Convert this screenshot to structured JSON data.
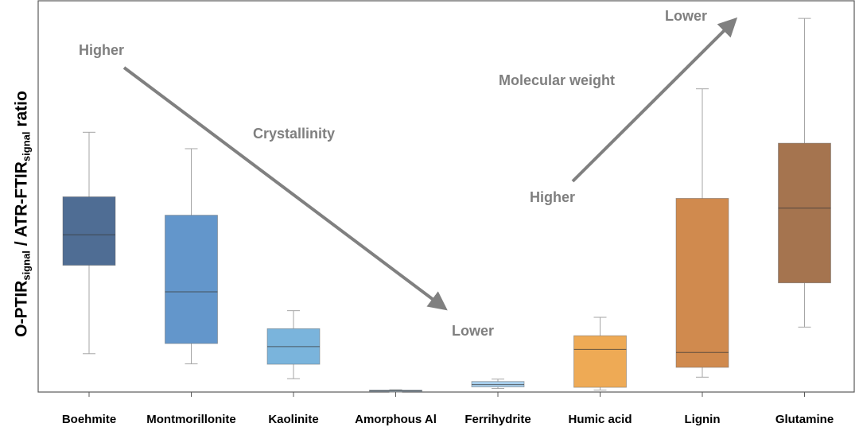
{
  "chart_data": {
    "type": "box",
    "title": "",
    "xlabel": "",
    "ylabel": {
      "prefix": "O-PTIR",
      "sub1": "signal",
      "middle": " / ATR-FTIR",
      "sub2": "signal",
      "suffix": " ratio"
    },
    "ylim": [
      0,
      100
    ],
    "y_ticks_shown": false,
    "grid": false,
    "categories": [
      "Boehmite",
      "Montmorillonite",
      "Kaolinite",
      "Amorphous Al",
      "Ferrihydrite",
      "Humic acid",
      "Lignin",
      "Glutamine"
    ],
    "boxes": [
      {
        "label": "Boehmite",
        "min": 9.8,
        "q1": 32.4,
        "median": 40.2,
        "q3": 49.9,
        "max": 66.4,
        "color": "#4f6d94"
      },
      {
        "label": "Montmorillonite",
        "min": 7.2,
        "q1": 12.4,
        "median": 25.6,
        "q3": 45.2,
        "max": 62.2,
        "color": "#6396cb"
      },
      {
        "label": "Kaolinite",
        "min": 3.4,
        "q1": 7.1,
        "median": 11.6,
        "q3": 16.2,
        "max": 20.8,
        "color": "#7ab4dc"
      },
      {
        "label": "Amorphous Al",
        "min": 0.0,
        "q1": 0.1,
        "median": 0.3,
        "q3": 0.5,
        "max": 0.6,
        "color": "#a9cfec"
      },
      {
        "label": "Ferrihydrite",
        "min": 0.9,
        "q1": 1.3,
        "median": 1.9,
        "q3": 2.7,
        "max": 3.3,
        "color": "#a9cfec"
      },
      {
        "label": "Humic acid",
        "min": 0.5,
        "q1": 1.2,
        "median": 10.9,
        "q3": 14.4,
        "max": 19.1,
        "color": "#eeaa55"
      },
      {
        "label": "Lignin",
        "min": 3.8,
        "q1": 6.3,
        "median": 10.1,
        "q3": 49.5,
        "max": 77.5,
        "color": "#d08a4e"
      },
      {
        "label": "Glutamine",
        "min": 16.6,
        "q1": 27.9,
        "median": 47.0,
        "q3": 63.6,
        "max": 95.5,
        "color": "#a5744f"
      }
    ],
    "annotations": {
      "crystallinity": {
        "title": "Crystallinity",
        "start_label": "Higher",
        "end_label": "Lower"
      },
      "molecular_weight": {
        "title": "Molecular weight",
        "start_label": "Higher",
        "end_label": "Lower"
      }
    },
    "arrow_color": "#808080",
    "annotation_color": "#7f7f7f",
    "whisker_color": "#a6a6a6"
  }
}
